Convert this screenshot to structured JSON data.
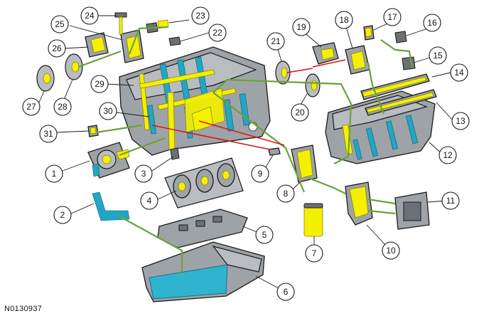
{
  "figure_id": "N0130937",
  "callouts": [
    "1",
    "2",
    "3",
    "4",
    "5",
    "6",
    "7",
    "8",
    "9",
    "10",
    "11",
    "12",
    "13",
    "14",
    "15",
    "16",
    "17",
    "18",
    "19",
    "20",
    "21",
    "22",
    "23",
    "24",
    "25",
    "26",
    "27",
    "28",
    "29",
    "30",
    "31"
  ],
  "colors": {
    "oil_pressure": "#f4f000",
    "oil_return": "#22a6c4",
    "oil_line": "#6aa335",
    "flow_arrow": "#e01010",
    "metal": "#9ea3a8"
  }
}
